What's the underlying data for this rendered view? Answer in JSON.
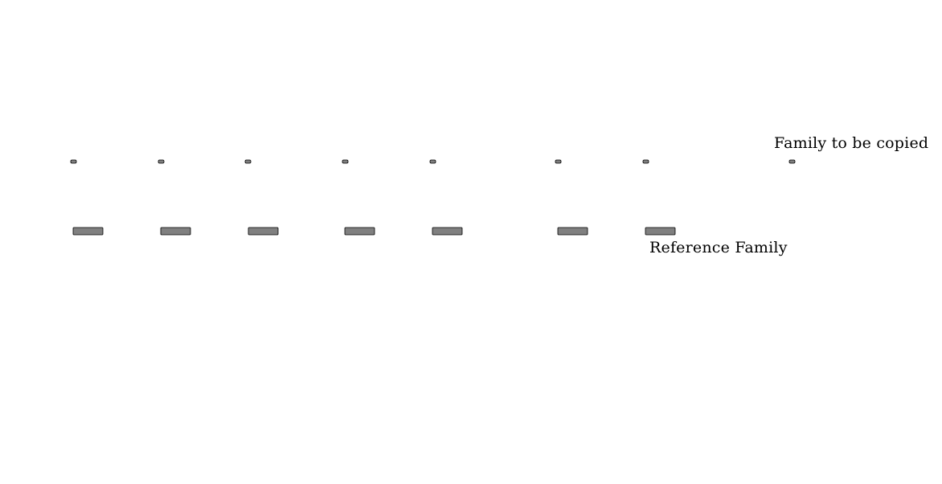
{
  "labels": {
    "family_to_be_copied": "Family to be copied",
    "reference_family": "Reference Family"
  },
  "colors": {
    "element_fill": "#808080",
    "element_stroke": "#000000",
    "background": "#ffffff"
  },
  "rows": {
    "family_to_be_copied": {
      "element_count": 8
    },
    "reference_family": {
      "element_count": 7
    }
  }
}
